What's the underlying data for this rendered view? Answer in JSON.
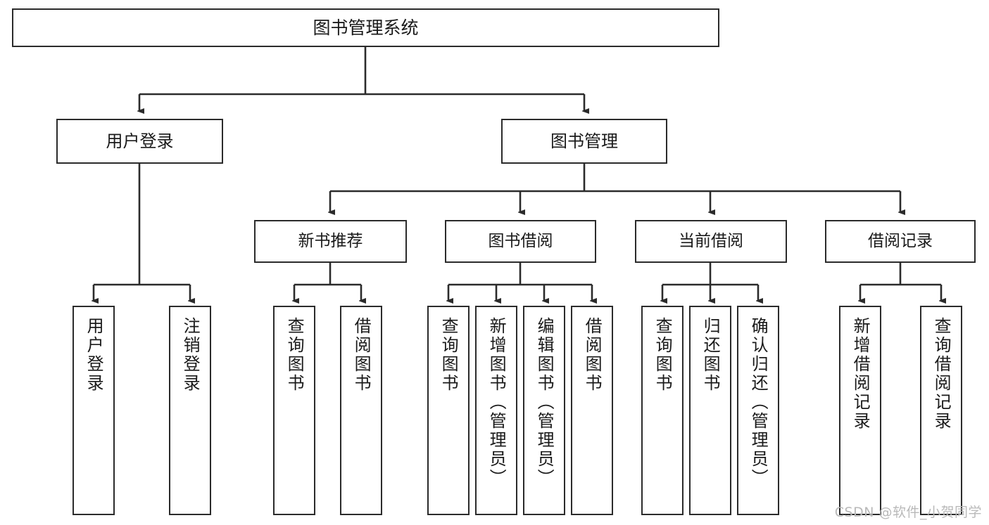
{
  "diagram": {
    "type": "tree",
    "title": "图书管理系统",
    "watermark": "CSDN @软件_小贺同学",
    "colors": {
      "box_border": "#2b2b2b",
      "box_fill": "#ffffff",
      "connector": "#2b2b2b",
      "text": "#1a1a1a",
      "watermark": "#b9b9b9",
      "background": "#ffffff"
    },
    "nodes": {
      "root": {
        "label": "图书管理系统"
      },
      "level1": [
        {
          "id": "user-login",
          "label": "用户登录"
        },
        {
          "id": "book-manage",
          "label": "图书管理"
        }
      ],
      "level2": [
        {
          "id": "new-book-recommend",
          "label": "新书推荐"
        },
        {
          "id": "book-borrow",
          "label": "图书借阅"
        },
        {
          "id": "current-borrow",
          "label": "当前借阅"
        },
        {
          "id": "borrow-record",
          "label": "借阅记录"
        }
      ],
      "leaves": [
        {
          "id": "leaf-user-login",
          "parent": "user-login",
          "label": "用户登录"
        },
        {
          "id": "leaf-logout-login",
          "parent": "user-login",
          "label": "注销登录"
        },
        {
          "id": "leaf-query-book-1",
          "parent": "new-book-recommend",
          "label": "查询图书"
        },
        {
          "id": "leaf-borrow-book-1",
          "parent": "new-book-recommend",
          "label": "借阅图书"
        },
        {
          "id": "leaf-query-book-2",
          "parent": "book-borrow",
          "label": "查询图书"
        },
        {
          "id": "leaf-add-book",
          "parent": "book-borrow",
          "label": "新增图书（管理员）"
        },
        {
          "id": "leaf-edit-book",
          "parent": "book-borrow",
          "label": "编辑图书（管理员）"
        },
        {
          "id": "leaf-borrow-book-2",
          "parent": "book-borrow",
          "label": "借阅图书"
        },
        {
          "id": "leaf-query-book-3",
          "parent": "current-borrow",
          "label": "查询图书"
        },
        {
          "id": "leaf-return-book",
          "parent": "current-borrow",
          "label": "归还图书"
        },
        {
          "id": "leaf-confirm-return",
          "parent": "current-borrow",
          "label": "确认归还（管理员）"
        },
        {
          "id": "leaf-add-record",
          "parent": "borrow-record",
          "label": "新增借阅记录"
        },
        {
          "id": "leaf-query-record",
          "parent": "borrow-record",
          "label": "查询借阅记录"
        }
      ]
    }
  }
}
